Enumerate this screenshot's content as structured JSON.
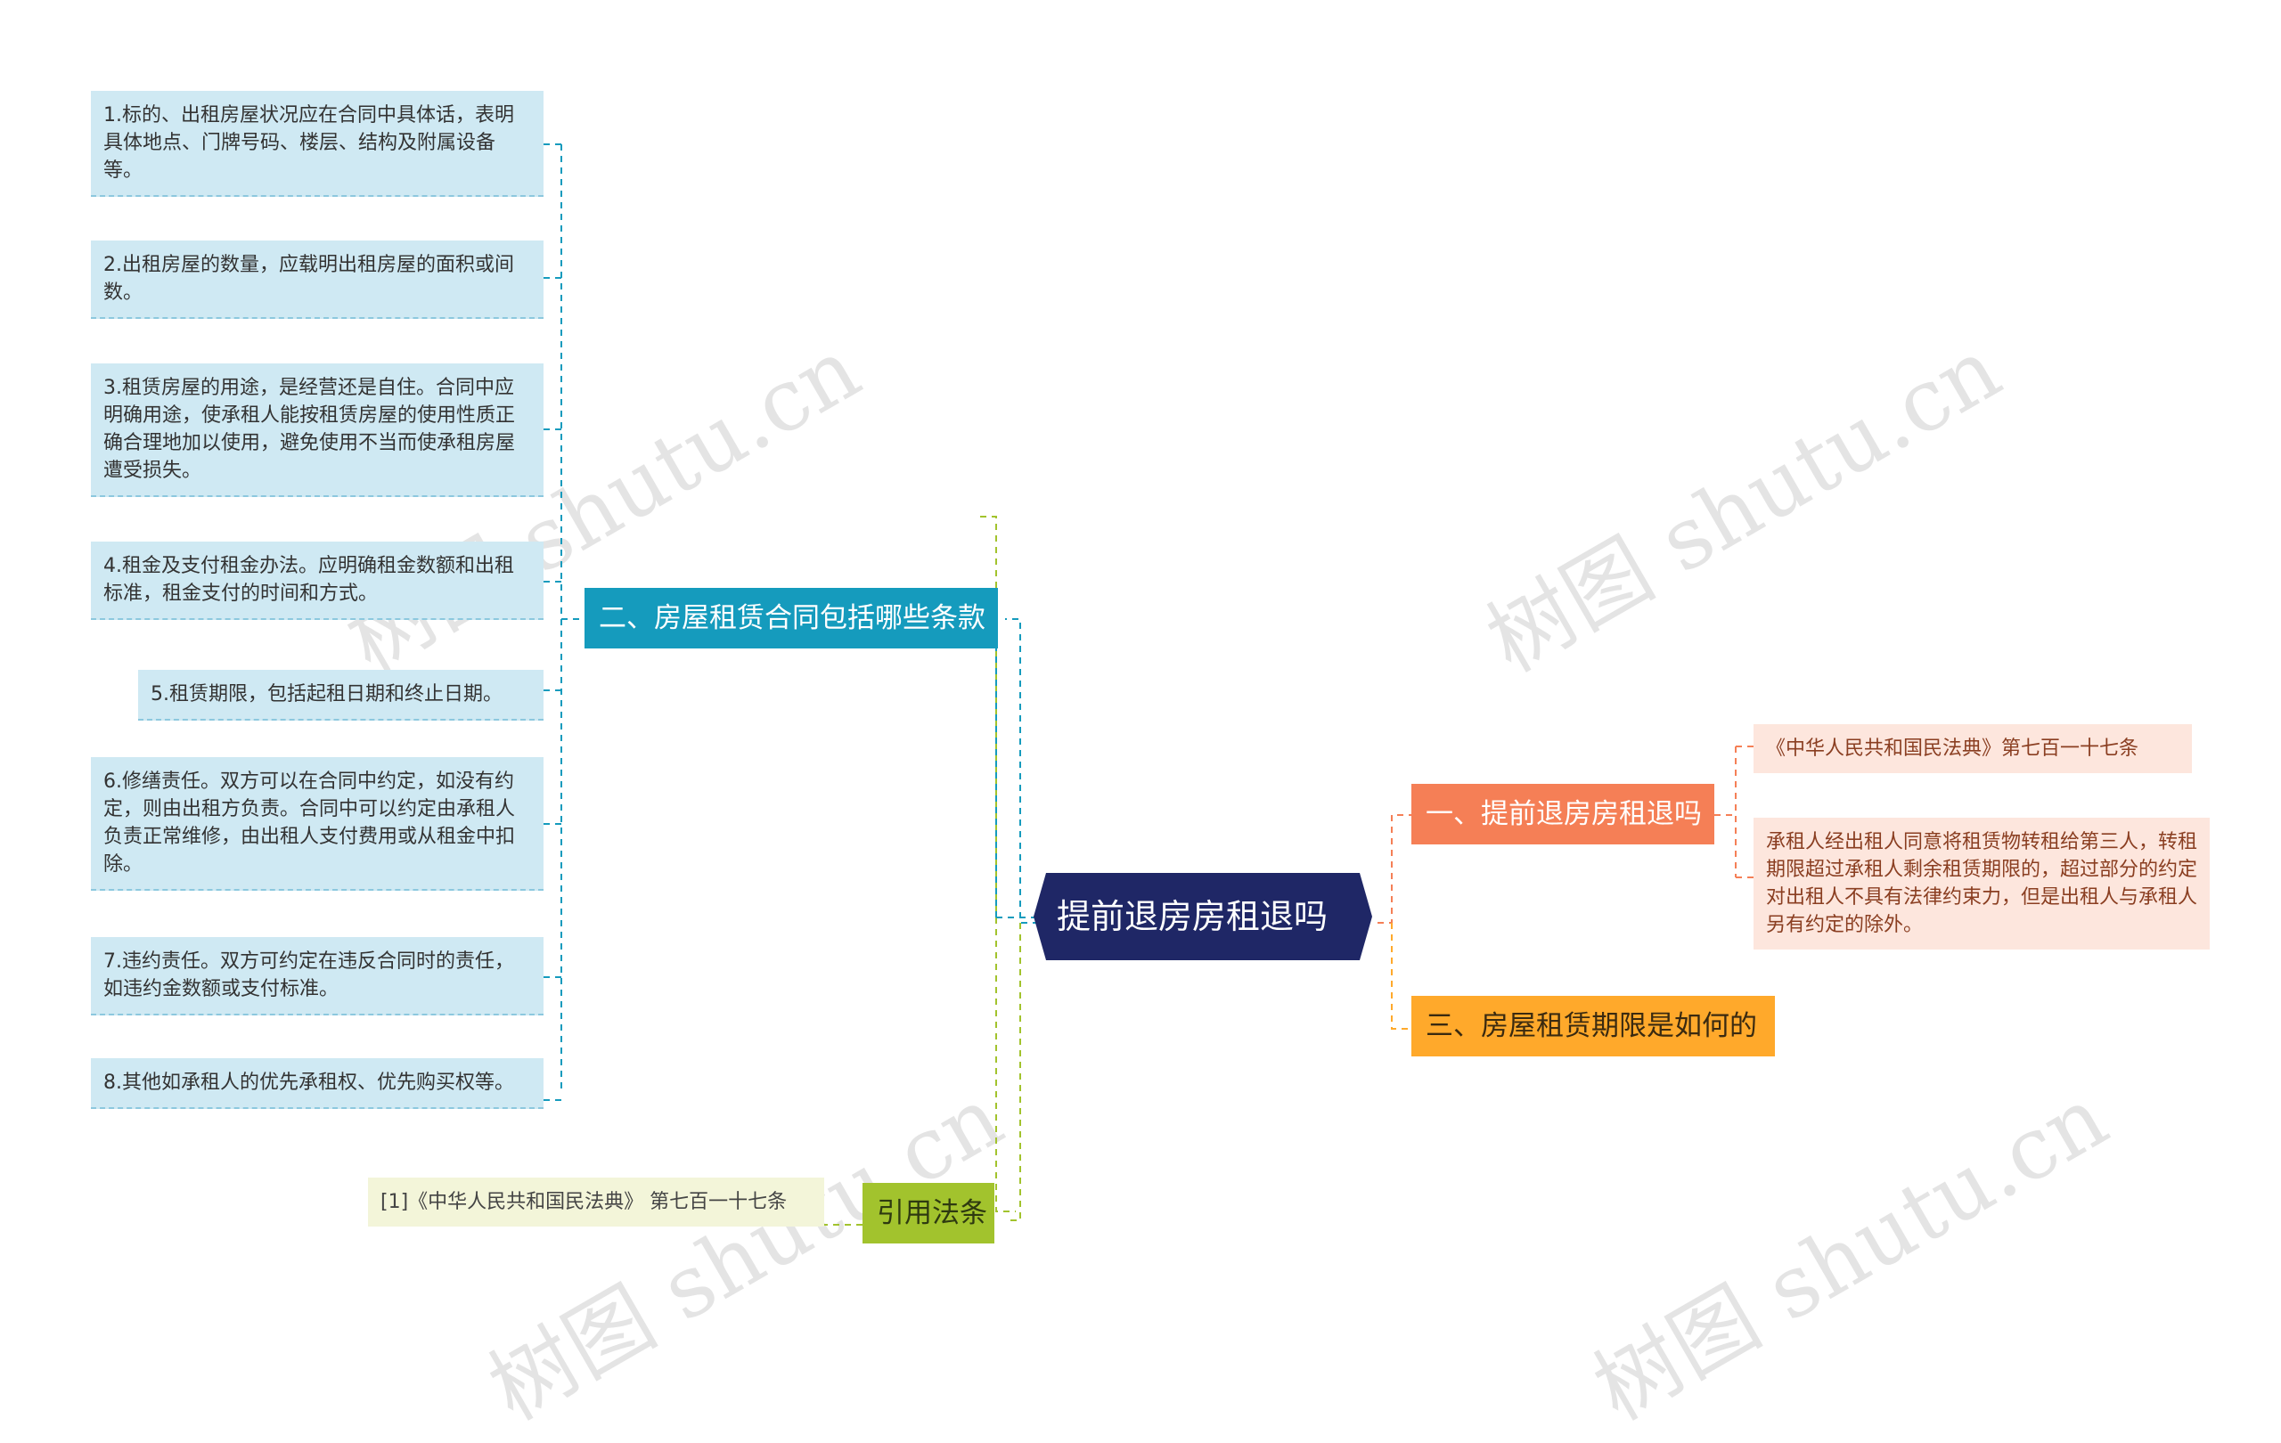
{
  "root": {
    "label": "提前退房房租退吗"
  },
  "branches": {
    "clauses": {
      "label": "二、房屋租赁合同包括哪些条款",
      "items": [
        "1.标的、出租房屋状况应在合同中具体话，表明具体地点、门牌号码、楼层、结构及附属设备等。",
        "2.出租房屋的数量，应载明出租房屋的面积或间数。",
        "3.租赁房屋的用途，是经营还是自住。合同中应明确用途，使承租人能按租赁房屋的使用性质正确合理地加以使用，避免使用不当而使承租房屋遭受损失。",
        "4.租金及支付租金办法。应明确租金数额和出租标准，租金支付的时间和方式。",
        "5.租赁期限，包括起租日期和终止日期。",
        "6.修缮责任。双方可以在合同中约定，如没有约定，则由出租方负责。合同中可以约定由承租人负责正常维修，由出租人支付费用或从租金中扣除。",
        "7.违约责任。双方可约定在违反合同时的责任，如违约金数额或支付标准。",
        "8.其他如承租人的优先承租权、优先购买权等。"
      ]
    },
    "refund": {
      "label": "一、提前退房房租退吗",
      "items": [
        "《中华人民共和国民法典》第七百一十七条",
        "承租人经出租人同意将租赁物转租给第三人，转租期限超过承租人剩余租赁期限的，超过部分的约定对出租人不具有法律约束力，但是出租人与承租人另有约定的除外。"
      ]
    },
    "period": {
      "label": "三、房屋租赁期限是如何的"
    },
    "citation": {
      "label": "引用法条",
      "items": [
        "[1]《中华人民共和国民法典》 第七百一十七条"
      ]
    }
  },
  "watermark": "树图 shutu.cn",
  "colors": {
    "root": "#1f2766",
    "clauses": "#159bbd",
    "citation": "#a2c32d",
    "refund": "#f57f56",
    "period": "#ffa92b",
    "leaf": "#cfe9f3"
  }
}
